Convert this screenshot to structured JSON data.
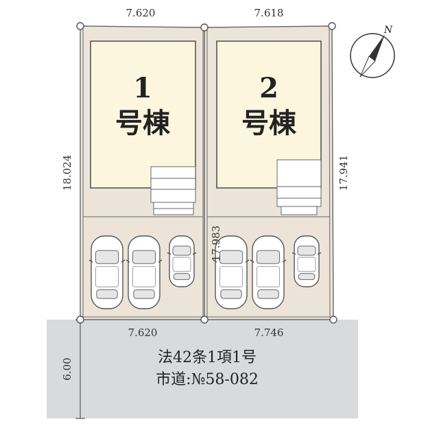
{
  "title": "",
  "colors": {
    "lot": "#ede4d9",
    "building": "#fbf6dd",
    "road": "#d9dadb",
    "line": "#666666",
    "car_body": "#ffffff",
    "car_glass": "#e6e6e6"
  },
  "lots": [
    {
      "id": "1",
      "number": "1",
      "name": "号棟",
      "parking": 3
    },
    {
      "id": "2",
      "number": "2",
      "name": "号棟",
      "parking": 3
    }
  ],
  "dimensions": {
    "lot1_top": "7.620",
    "lot2_top": "7.618",
    "lot1_left": "18.024",
    "lot2_right": "17.941",
    "lot1_bottom": "7.620",
    "lot2_bottom": "7.746",
    "lot2_inner_left": "17.983",
    "road_width": "6.00"
  },
  "road": {
    "line1": "法42条1項1号",
    "line2": "市道:№58-082"
  },
  "compass": {
    "north_label": "N",
    "icon": "north-arrow-icon"
  }
}
